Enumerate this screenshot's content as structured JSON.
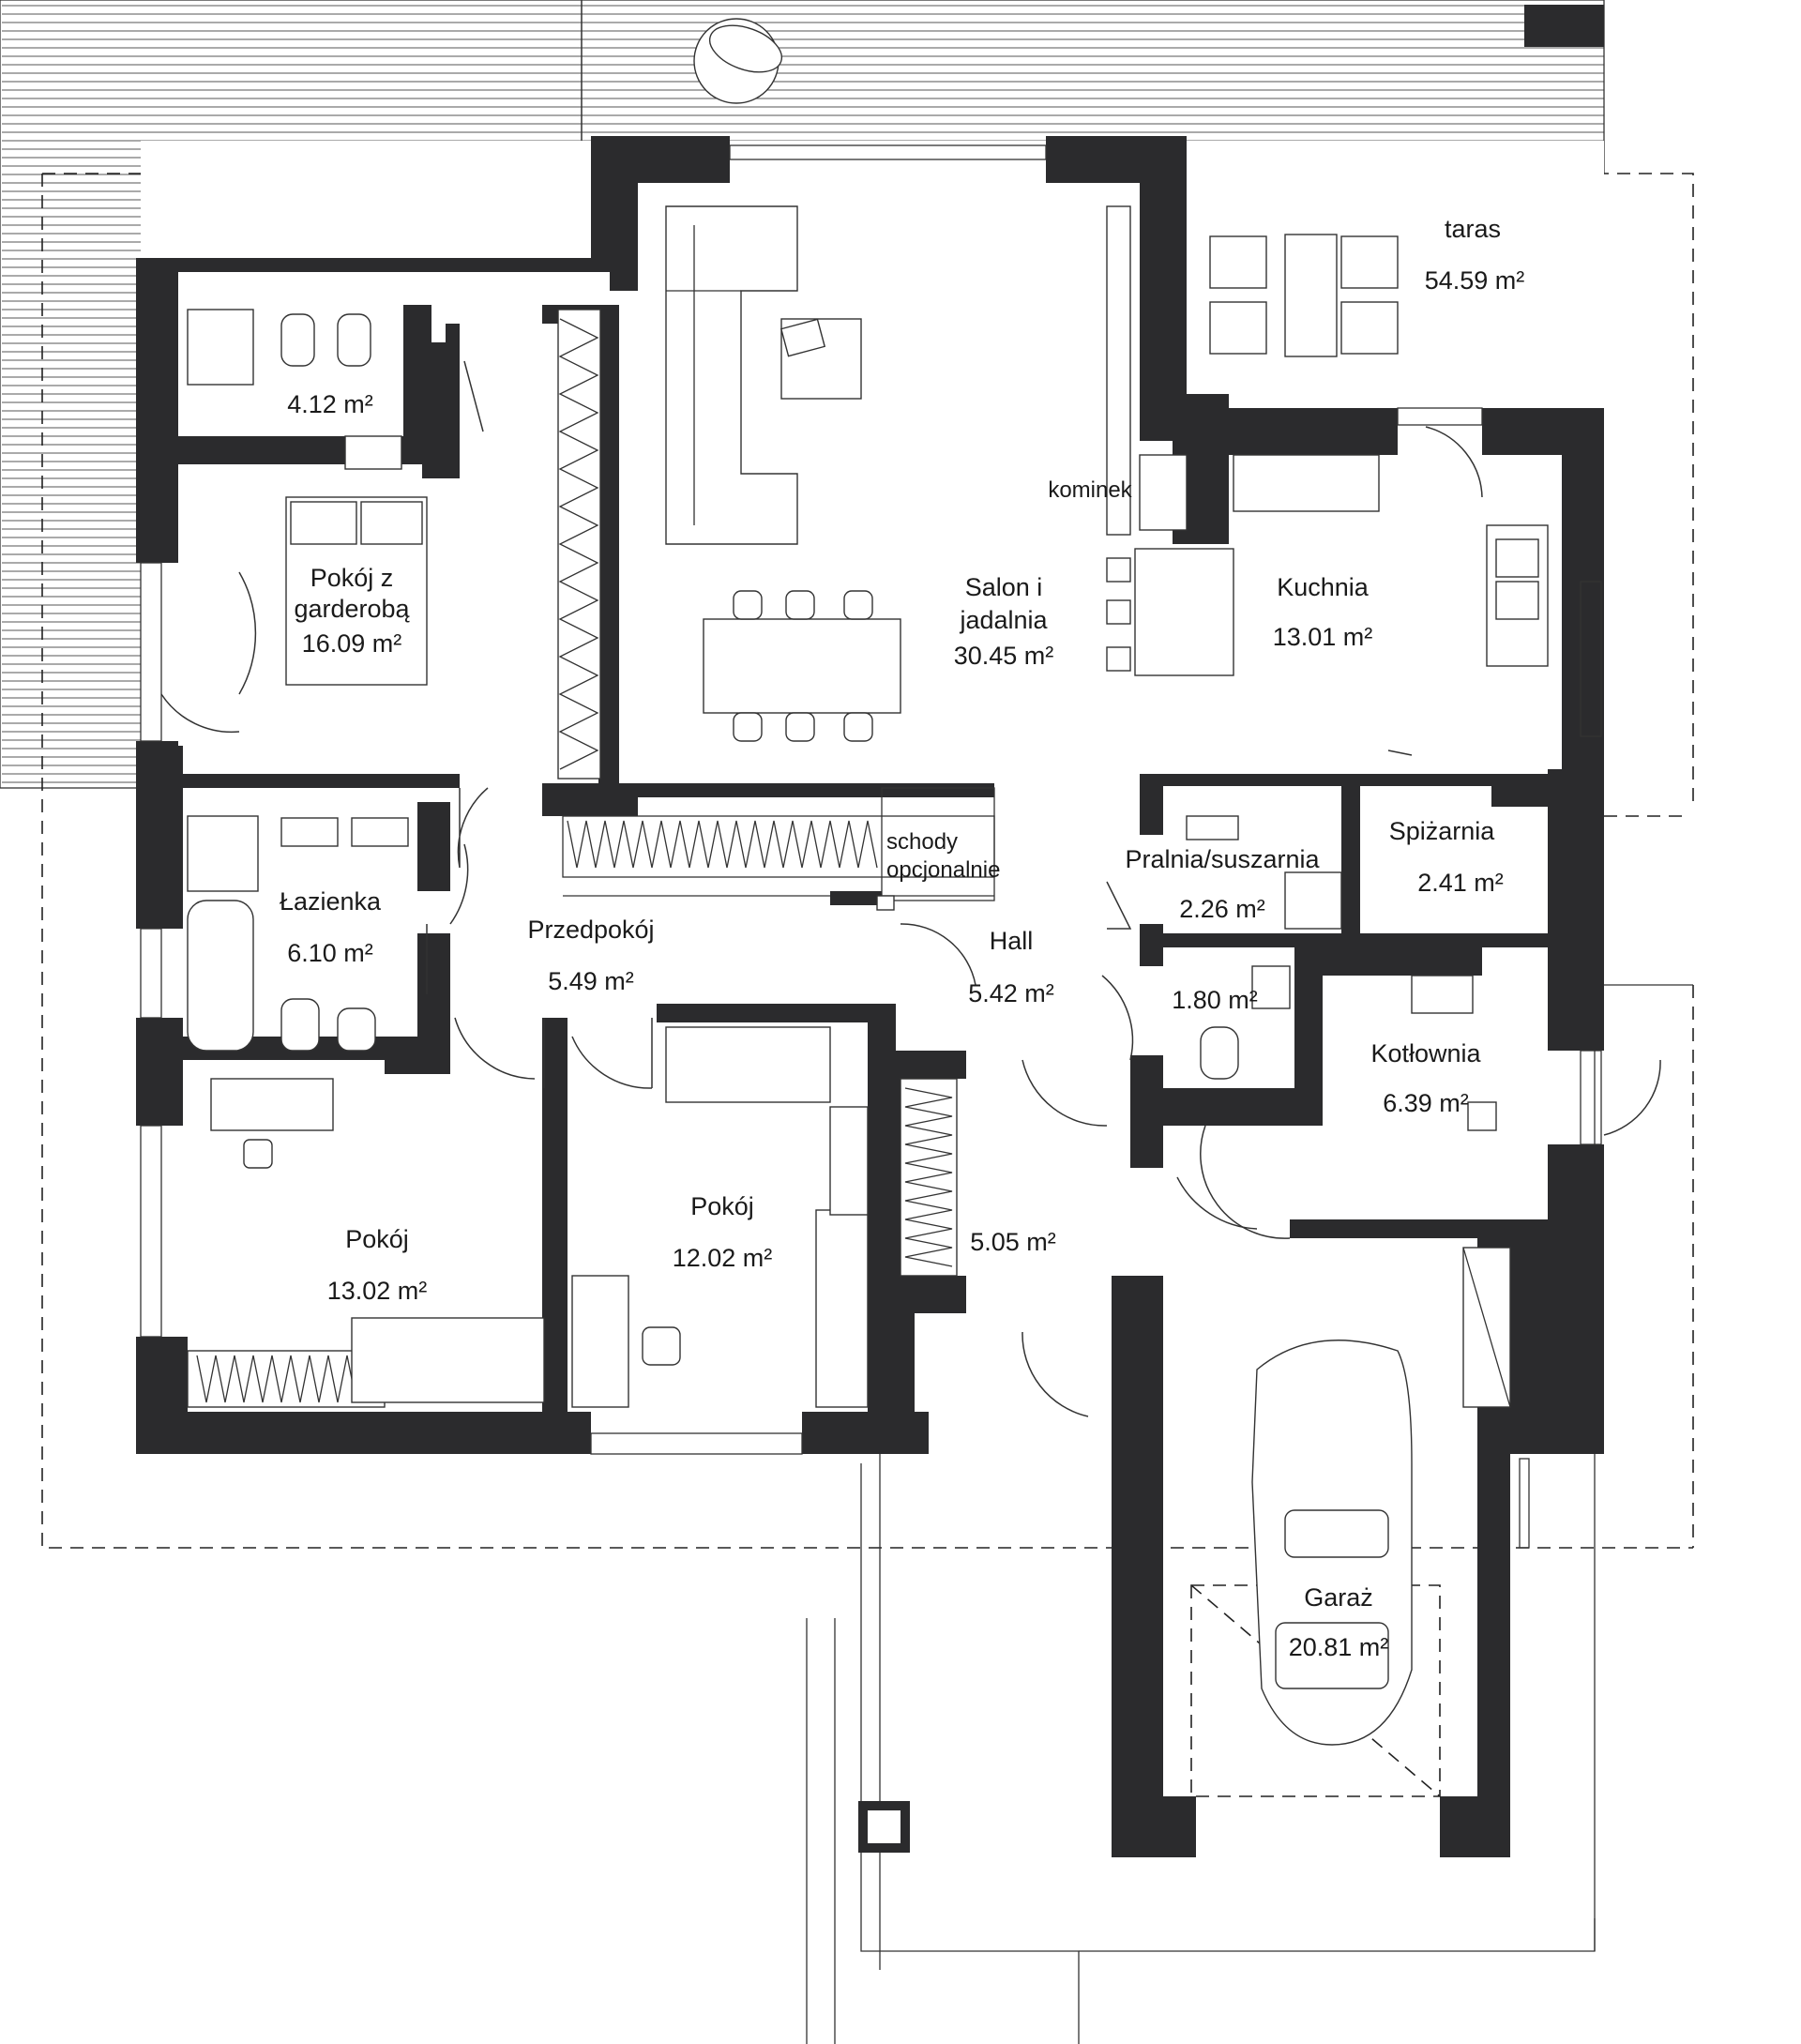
{
  "rooms": {
    "wc_master": {
      "area": "4.12 m²"
    },
    "bedroom_wardrobe": {
      "name_line1": "Pokój z",
      "name_line2": "garderobą",
      "area": "16.09 m²"
    },
    "bathroom": {
      "name": "Łazienka",
      "area": "6.10 m²"
    },
    "room_west": {
      "name": "Pokój",
      "area": "13.02 m²"
    },
    "vestibule": {
      "name": "Przedpokój",
      "area": "5.49 m²"
    },
    "room_middle": {
      "name": "Pokój",
      "area": "12.02 m²"
    },
    "living_dining": {
      "name_line1": "Salon i",
      "name_line2": "jadalnia",
      "area": "30.45 m²"
    },
    "kitchen": {
      "name": "Kuchnia",
      "area": "13.01 m²"
    },
    "laundry": {
      "name": "Pralnia/suszarnia",
      "area": "2.26 m²"
    },
    "pantry": {
      "name": "Spiżarnia",
      "area": "2.41 m²"
    },
    "hall": {
      "name": "Hall",
      "area": "5.42 m²"
    },
    "wc": {
      "area": "1.80 m²"
    },
    "boiler": {
      "name": "Kotłownia",
      "area": "6.39 m²"
    },
    "entrance": {
      "area": "5.05 m²"
    },
    "garage": {
      "name": "Garaż",
      "area": "20.81 m²"
    },
    "terrace": {
      "name": "taras",
      "area": "54.59 m²"
    }
  },
  "annotations": {
    "fireplace": "kominek",
    "stairs_line1": "schody",
    "stairs_line2": "opcjonalnie"
  },
  "colors": {
    "wall": "#2b2b2d",
    "line": "#222222",
    "background": "#ffffff"
  }
}
